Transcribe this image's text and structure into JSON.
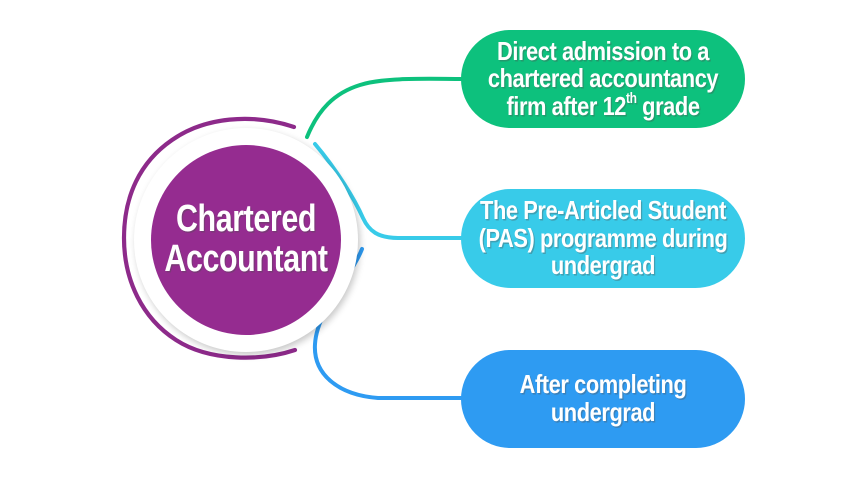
{
  "canvas": {
    "background": "#ffffff"
  },
  "center_node": {
    "line1": "Chartered",
    "line2": "Accountant",
    "fill_color": "#952C90",
    "ring_color": "#8D2A8A",
    "text_color": "#ffffff"
  },
  "branch_top": {
    "color": "#0DC17D",
    "line1": "Direct admission to a",
    "line2": "chartered accountancy",
    "line3_pre": "firm after 12",
    "line3_sup": "th",
    "line3_post": " grade"
  },
  "branch_middle": {
    "color": "#38CBE9",
    "line1": "The Pre-Articled Student",
    "line2": "(PAS) programme during",
    "line3": "undergrad"
  },
  "branch_bottom": {
    "color": "#2E9BF2",
    "line1": "After completing",
    "line2": "undergrad"
  }
}
